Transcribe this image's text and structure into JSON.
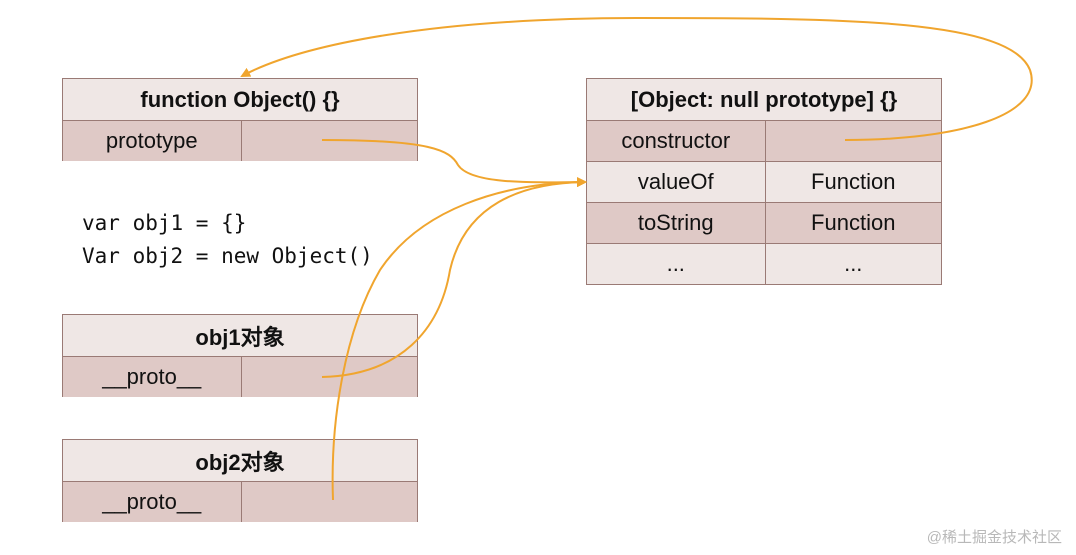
{
  "object_func": {
    "title": "function Object() {}",
    "rows": [
      {
        "key": "prototype",
        "value": ""
      }
    ]
  },
  "proto_obj": {
    "title": "[Object: null prototype] {}",
    "rows": [
      {
        "key": "constructor",
        "value": ""
      },
      {
        "key": "valueOf",
        "value": "Function"
      },
      {
        "key": "toString",
        "value": "Function"
      },
      {
        "key": "...",
        "value": "..."
      }
    ]
  },
  "code": {
    "line1": "var obj1 = {}",
    "line2": "Var obj2 = new Object()"
  },
  "obj1": {
    "title": "obj1对象",
    "rows": [
      {
        "key": "__proto__",
        "value": ""
      }
    ]
  },
  "obj2": {
    "title": "obj2对象",
    "rows": [
      {
        "key": "__proto__",
        "value": ""
      }
    ]
  },
  "watermark": "@稀土掘金技术社区",
  "colors": {
    "arrow": "#f0a52e",
    "header_bg": "#efe7e5",
    "row_dark": "#dfc9c6",
    "border": "#9a7a75"
  }
}
